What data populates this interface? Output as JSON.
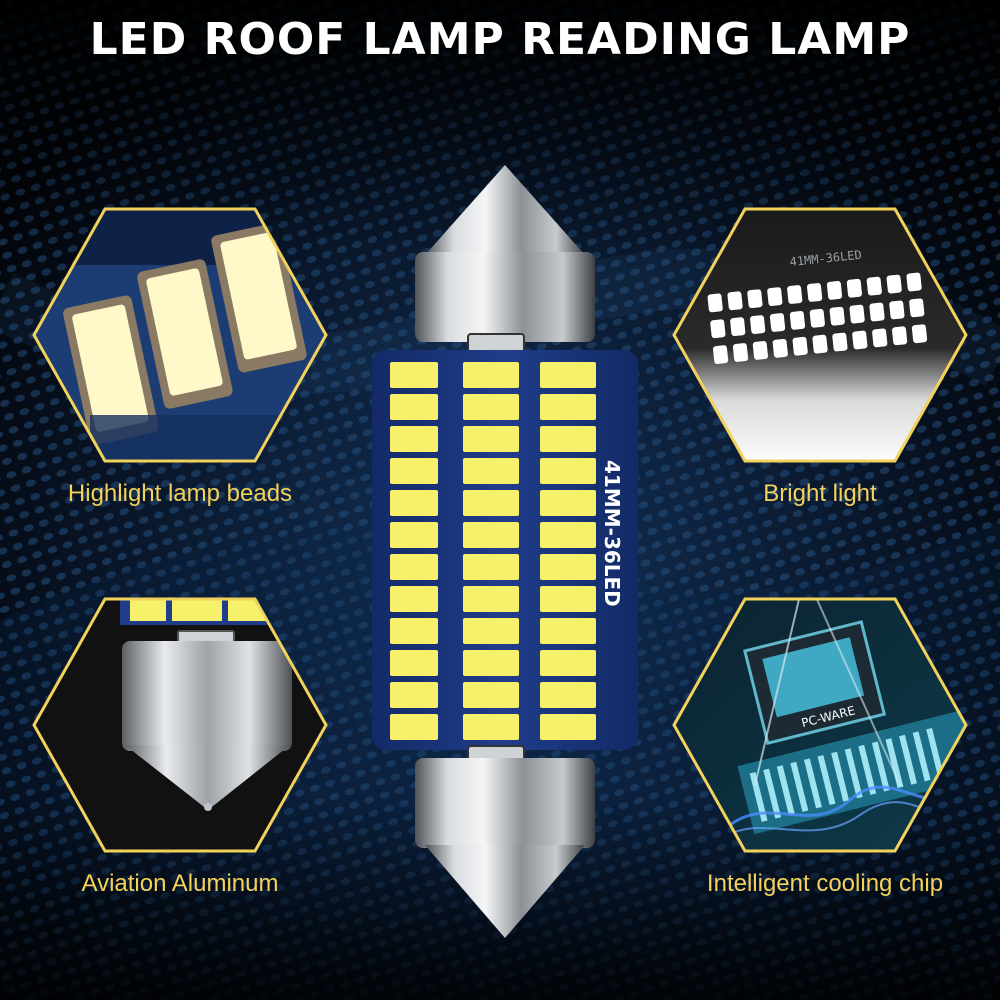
{
  "title": "LED ROOF LAMP READING LAMP",
  "features": {
    "top_left": "Highlight lamp beads",
    "top_right": "Bright light",
    "bottom_left": "Aviation Aluminum",
    "bottom_right": "Intelligent cooling chip"
  },
  "bulb": {
    "pcb_marking": "41MM-36LED"
  },
  "inset_marking": "41MM-36LED",
  "chip_marking": "PC-WARE",
  "colors": {
    "accent_gold": "#f3d25b",
    "led_yellow": "#f7f06a",
    "pcb_blue": "#1f3d8a",
    "background": "#05080f"
  }
}
